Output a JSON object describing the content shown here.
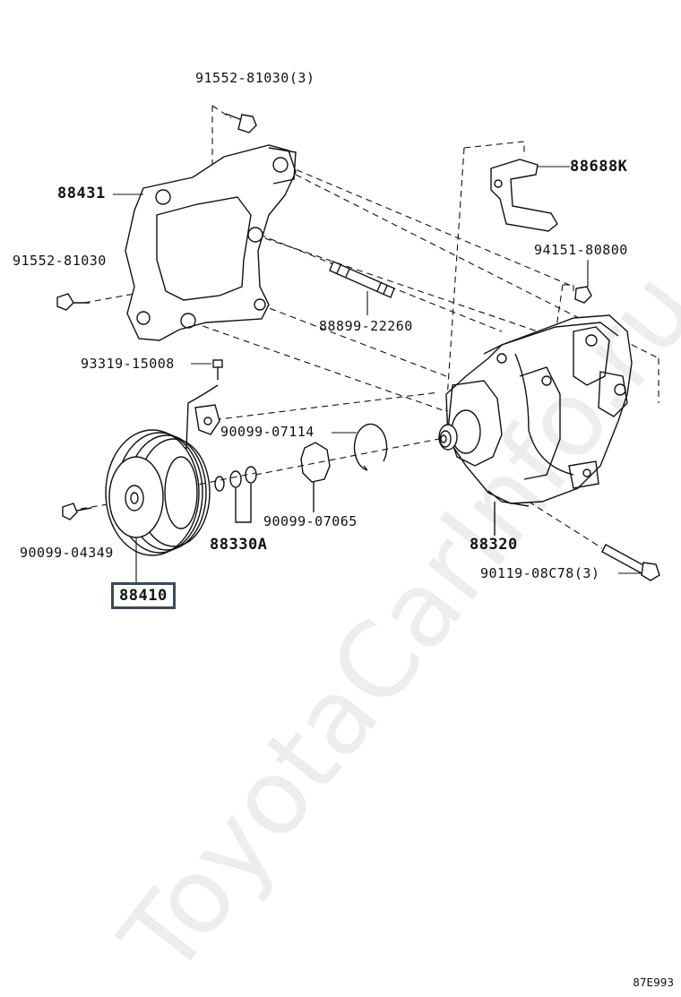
{
  "labels": {
    "bolt_top": "91552-81030(3)",
    "bracket": "88431",
    "bolt_left": "91552-81030",
    "stud": "88899-22260",
    "bracket_small": "88688K",
    "nut": "94151-80800",
    "screw": "93319-15008",
    "ring1": "90099-07114",
    "ring2": "90099-07065",
    "clutch_bolt": "90099-04349",
    "shims": "88330A",
    "compressor": "88320",
    "comp_bolt": "90119-08C78(3)",
    "clutch": "88410"
  },
  "ref_code": "87E993",
  "watermark": "ToyotaCarInfo.ru"
}
